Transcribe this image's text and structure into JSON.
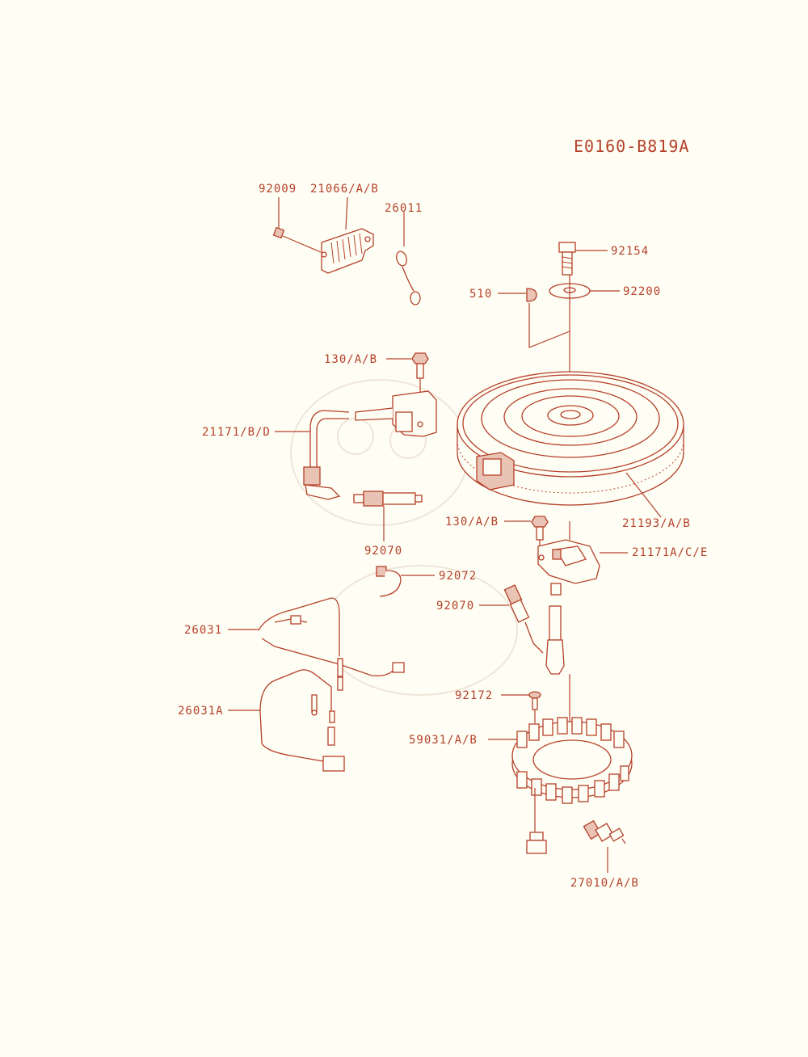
{
  "diagram_code": "E0160-B819A",
  "labels": {
    "p92009": "92009",
    "p21066": "21066/A/B",
    "p26011": "26011",
    "p92154": "92154",
    "p510": "510",
    "p92200": "92200",
    "p130_top": "130/A/B",
    "p21171_bd": "21171/B/D",
    "p92070_plug": "92070",
    "p21193": "21193/A/B",
    "p130_mid": "130/A/B",
    "p21171_ace": "21171A/C/E",
    "p92072": "92072",
    "p92070_mid": "92070",
    "p26031": "26031",
    "p26031A": "26031A",
    "p92172": "92172",
    "p59031": "59031/A/B",
    "p27010": "27010/A/B"
  },
  "colors": {
    "ink": "#b5402a",
    "paper": "#fffef4"
  }
}
